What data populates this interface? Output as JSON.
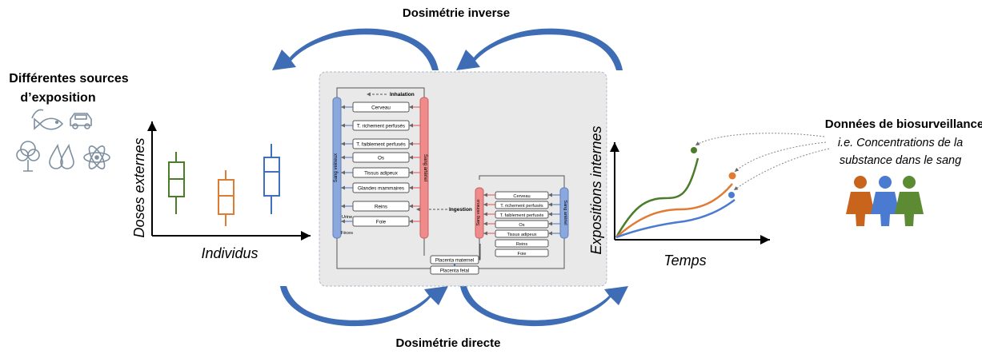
{
  "top_label": "Dosimétrie inverse",
  "bottom_label": "Dosimétrie directe",
  "sources": {
    "line1": "Différentes sources",
    "line2": "d’exposition"
  },
  "left_plot": {
    "ylabel": "Doses externes",
    "xlabel": "Individus",
    "box_colors": [
      "#4a7d2a",
      "#e07b34",
      "#3f6fbf"
    ]
  },
  "right_plot": {
    "ylabel": "Expositions internes",
    "xlabel": "Temps",
    "line_colors": [
      "#4a7d2a",
      "#e07b34",
      "#3f6fbf"
    ]
  },
  "biomonitoring": {
    "title": "Données de biosurveillance",
    "line1": "i.e. Concentrations de la",
    "line2": "substance dans le sang",
    "people_colors": [
      "#c8641b",
      "#4a7bd0",
      "#5c8b34"
    ]
  },
  "pbpk_main": {
    "inhalation": "Inhalation",
    "ingestion": "Ingestion",
    "sang_veineux": "Sang veineux",
    "sang_arteriel": "Sang artériel",
    "organs": [
      "Cerveau",
      "T. richement perfusés",
      "T. faiblement perfusés",
      "Os",
      "Tissus adipeux",
      "Glandes mammaires",
      "Reins",
      "Foie"
    ],
    "urine": "Urine",
    "feces": "Fèces",
    "placenta_maternel": "Placenta maternel",
    "placenta_fetal": "Placenta fetal"
  },
  "pbpk_fetal": {
    "sang_veineux": "Sang veineux",
    "sang_arteriel": "Sang artériel",
    "organs": [
      "Cerveau",
      "T. richement perfusés",
      "T. faiblement perfusés",
      "Os",
      "Tissus adipeux",
      "Reins",
      "Foie"
    ]
  },
  "colors": {
    "arrow_blue": "#3e6cb5",
    "venous": "#8aa8de",
    "arterial": "#f08b8b",
    "panel_bg": "#e9e9e9"
  }
}
